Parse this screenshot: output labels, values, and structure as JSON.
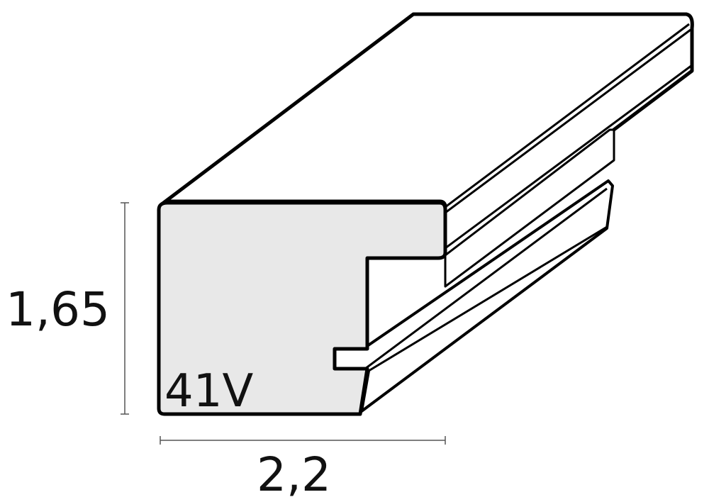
{
  "profile": {
    "code": "41V",
    "height": "1,65",
    "width": "2,2"
  },
  "colors": {
    "outline": "#000000",
    "section_fill": "#e8e8e8",
    "face_fill": "#ffffff",
    "dimension_line": "#555555"
  }
}
